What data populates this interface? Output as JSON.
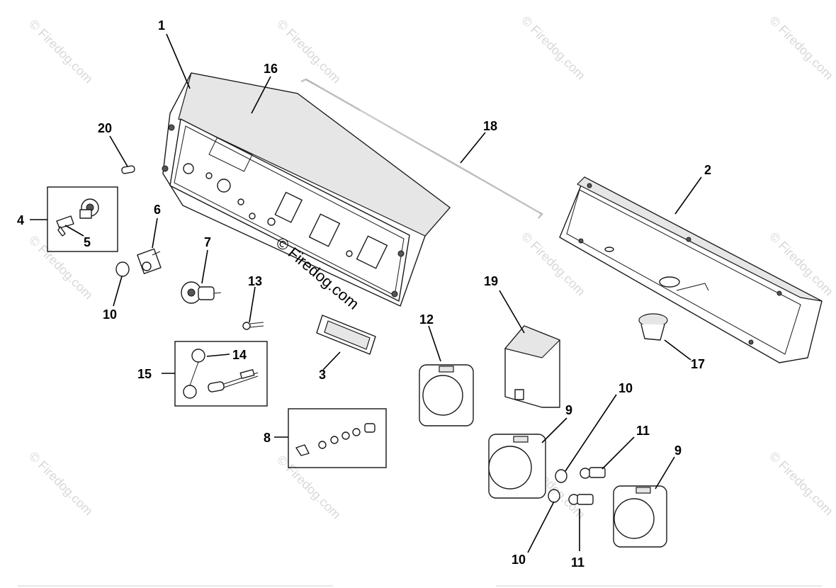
{
  "watermark": {
    "text": "© Firedog.com",
    "center_text": "© Firedog.com"
  },
  "callouts": {
    "c1": "1",
    "c2": "2",
    "c3": "3",
    "c4": "4",
    "c5": "5",
    "c6": "6",
    "c7": "7",
    "c8": "8",
    "c9a": "9",
    "c9b": "9",
    "c10a": "10",
    "c10b": "10",
    "c10c": "10",
    "c11a": "11",
    "c11b": "11",
    "c12": "12",
    "c13": "13",
    "c14": "14",
    "c15": "15",
    "c16": "16",
    "c17": "17",
    "c18": "18",
    "c19": "19",
    "c20": "20"
  },
  "colors": {
    "line": "#1a1a1a",
    "watermark": "#d8d8d8",
    "background": "#ffffff"
  }
}
